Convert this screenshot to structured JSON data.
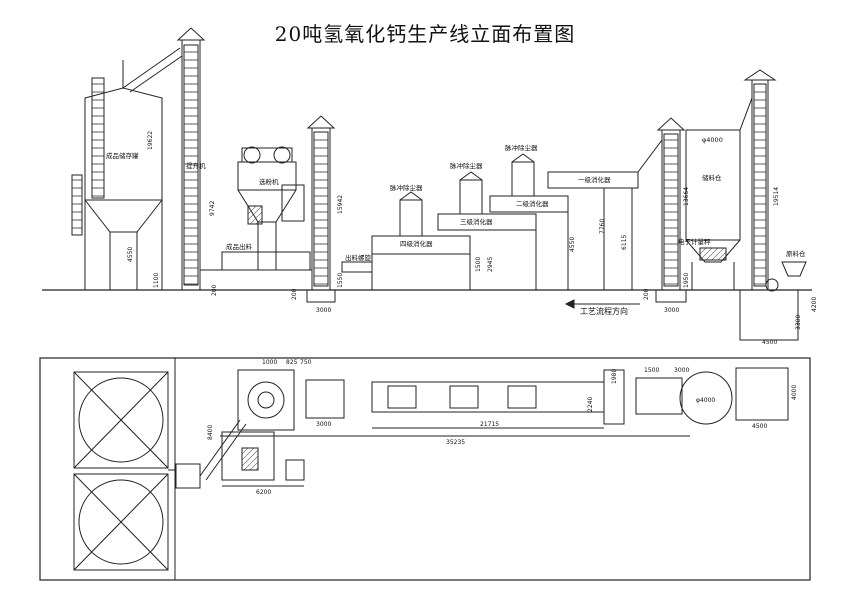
{
  "title": "20吨氢氧化钙生产线立面布置图",
  "elevation": {
    "labels": {
      "storage_tank": "成品储存罐",
      "elevator": "提升机",
      "separator": "选粉机",
      "finished_outlet": "成品出料",
      "discharge_screw": "出料螺旋",
      "pulse_dust_1": "脉冲除尘器",
      "pulse_dust_2": "脉冲除尘器",
      "pulse_dust_3": "脉冲除尘器",
      "digester_4": "四级消化器",
      "digester_3": "三级消化器",
      "digester_2": "二级消化器",
      "digester_1": "一级消化器",
      "raw_silo": "储料仓",
      "silo_dia": "φ4000",
      "scale": "电子计量秤",
      "raw_bin": "原料仓",
      "flow_direction": "工艺流程方向"
    },
    "dims": {
      "tank_h": "19622",
      "tank_cone": "4550",
      "tank_base": "1100",
      "elev1_h": "200",
      "sep_h": "9742",
      "elev2_h": "15942",
      "elev2_base": "1550",
      "elev2_pit": "200",
      "elev2_w": "3000",
      "d_1500": "1500",
      "d_2945": "2945",
      "d_4550": "4550",
      "d_6115": "6115",
      "d_7760": "7760",
      "elev3_h": "13664",
      "elev3_base": "1950",
      "elev3_pit": "200",
      "elev3_w": "3000",
      "raw_elev_h": "19514",
      "pit_h": "4200",
      "pit_sub": "3300",
      "pit_w": "4500"
    }
  },
  "plan": {
    "dims": {
      "w_6200": "6200",
      "w_1000": "1000",
      "w_825": "825",
      "w_750": "750",
      "h_8400": "8400",
      "w_3000a": "3000",
      "w_21715": "21715",
      "w_35235": "35235",
      "h_2240": "2240",
      "h_1980": "1980",
      "w_1500": "1500",
      "w_3000b": "3000",
      "dia_4000": "φ4000",
      "w_4500": "4500",
      "h_4000": "4000"
    }
  }
}
